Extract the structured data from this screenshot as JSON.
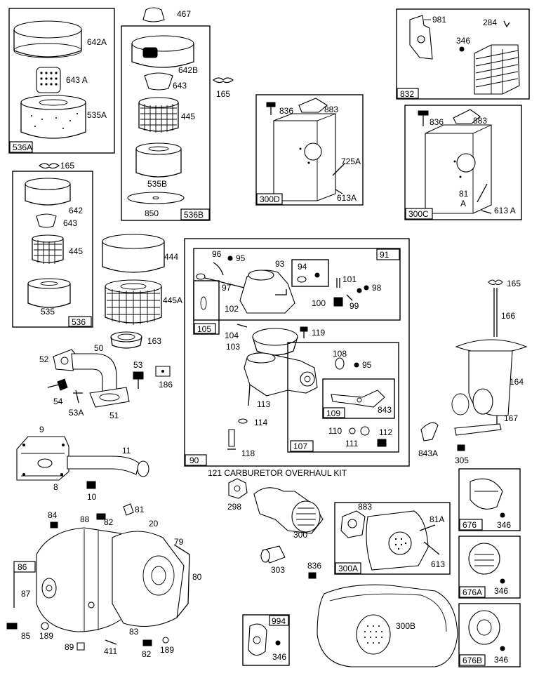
{
  "labels": {
    "l642A": "642A",
    "l643A": "643 A",
    "l535A": "535A",
    "b536A": "536A",
    "l467": "467",
    "l642B": "642B",
    "l643top": "643",
    "l165a": "165",
    "l445top": "445",
    "l535B": "535B",
    "l850": "850",
    "b536B": "536B",
    "l981": "981",
    "l284": "284",
    "l346a": "346",
    "b832": "832",
    "l836a": "836",
    "l883a": "883",
    "l725A": "725A",
    "l613Aa": "613A",
    "b300D": "300D",
    "l836b": "836",
    "l883b": "883",
    "l81A": "81",
    "l81Aa": "A",
    "l613Ab": "613 A",
    "b300C": "300C",
    "l165b": "165",
    "l642": "642",
    "l643": "643",
    "l445": "445",
    "l535": "535",
    "b536": "536",
    "l444": "444",
    "l445A": "445A",
    "l163": "163",
    "l50": "50",
    "l52": "52",
    "l53": "53",
    "l186": "186",
    "l54": "54",
    "l53A": "53A",
    "l51": "51",
    "l96": "96",
    "l95a": "95",
    "l93": "93",
    "l94": "94",
    "b91": "91",
    "l101": "101",
    "l97": "97",
    "l98": "98",
    "l100": "100",
    "l99": "99",
    "l102": "102",
    "b105": "105",
    "l104": "104",
    "l119": "119",
    "l103": "103",
    "l108": "108",
    "l95b": "95",
    "l843": "843",
    "b109": "109",
    "l113": "113",
    "l114": "114",
    "l110": "110",
    "l112": "112",
    "l111": "111",
    "l118": "118",
    "b107": "107",
    "b90": "90",
    "kit": "121 CARBURETOR OVERHAUL KIT",
    "l165c": "165",
    "l166": "166",
    "l164": "164",
    "l167": "167",
    "l843A": "843A",
    "l305": "305",
    "l9": "9",
    "l11": "11",
    "l8": "8",
    "l10": "10",
    "l298": "298",
    "l300": "300",
    "l303": "303",
    "l883c": "883",
    "l81Ac": "81A",
    "l613": "613",
    "b300A": "300A",
    "l836c": "836",
    "b676": "676",
    "l346b": "346",
    "b676A": "676A",
    "l346c": "346",
    "b676B": "676B",
    "l346d": "346",
    "l84": "84",
    "l88": "88",
    "l81": "81",
    "l82a": "82",
    "l20": "20",
    "l79": "79",
    "l80": "80",
    "b86": "86",
    "l87": "87",
    "l85": "85",
    "l189a": "189",
    "l89": "89",
    "l411": "411",
    "l82b": "82",
    "l189b": "189",
    "l83": "83",
    "b994": "994",
    "l346e": "346",
    "l300B": "300B"
  }
}
